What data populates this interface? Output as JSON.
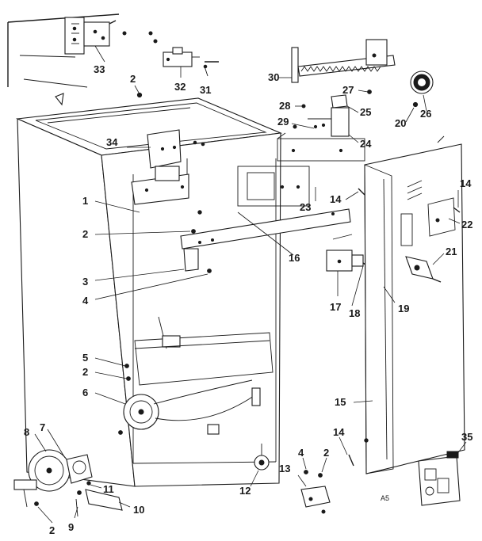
{
  "callouts": {
    "p1": "1",
    "p2a": "2",
    "p2b": "2",
    "p2c": "2",
    "p2d": "2",
    "p2e": "2",
    "p3": "3",
    "p4a": "4",
    "p4b": "4",
    "p5": "5",
    "p6": "6",
    "p7": "7",
    "p8": "8",
    "p9": "9",
    "p10": "10",
    "p11": "11",
    "p12": "12",
    "p13": "13",
    "p14a": "14",
    "p14b": "14",
    "p14c": "14",
    "p15": "15",
    "p16": "16",
    "p17": "17",
    "p18": "18",
    "p19": "19",
    "p20": "20",
    "p21": "21",
    "p22": "22",
    "p23": "23",
    "p24": "24",
    "p25": "25",
    "p26": "26",
    "p27": "27",
    "p28": "28",
    "p29": "29",
    "p30": "30",
    "p31": "31",
    "p32": "32",
    "p33": "33",
    "p34": "34",
    "p35": "35"
  },
  "code": "A5",
  "colors": {
    "ink": "#1a1a1a",
    "paper": "#ffffff"
  }
}
